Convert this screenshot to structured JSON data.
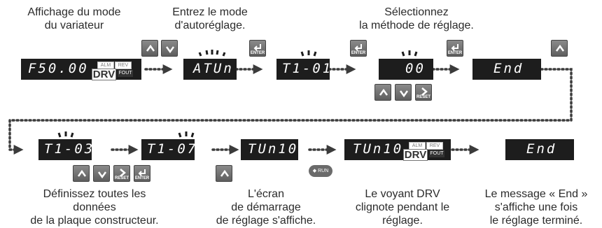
{
  "captions": {
    "display_mode": [
      "Affichage du mode",
      "du variateur"
    ],
    "enter_autotune": [
      "Entrez le mode",
      "d'autoréglage."
    ],
    "select_method": [
      "Sélectionnez",
      "la méthode de réglage."
    ],
    "define_nameplate": [
      "Définissez toutes les",
      "données",
      "de la plaque constructeur."
    ],
    "start_screen": [
      "L'écran",
      "de démarrage",
      "de réglage s'affiche."
    ],
    "drv_blinks": [
      "Le voyant DRV",
      "clignote pendant le",
      "réglage."
    ],
    "end_message": [
      "Le message « End »",
      "s'affiche une fois",
      "le réglage terminé."
    ]
  },
  "displays": {
    "d1": "F50.00",
    "d2": "ATUn",
    "d3": "T1-01",
    "d4": "00",
    "d5": "End",
    "d6": "T1-03",
    "d7": "T1-07",
    "d8": "TUn10",
    "d9": "TUn10",
    "d10": "End"
  },
  "indicators": {
    "alm": "ALM",
    "rev": "REV",
    "drv": "DRV",
    "fout": "FOUT"
  },
  "keys": {
    "enter": "ENTER",
    "reset": "RESET",
    "run": "RUN"
  }
}
